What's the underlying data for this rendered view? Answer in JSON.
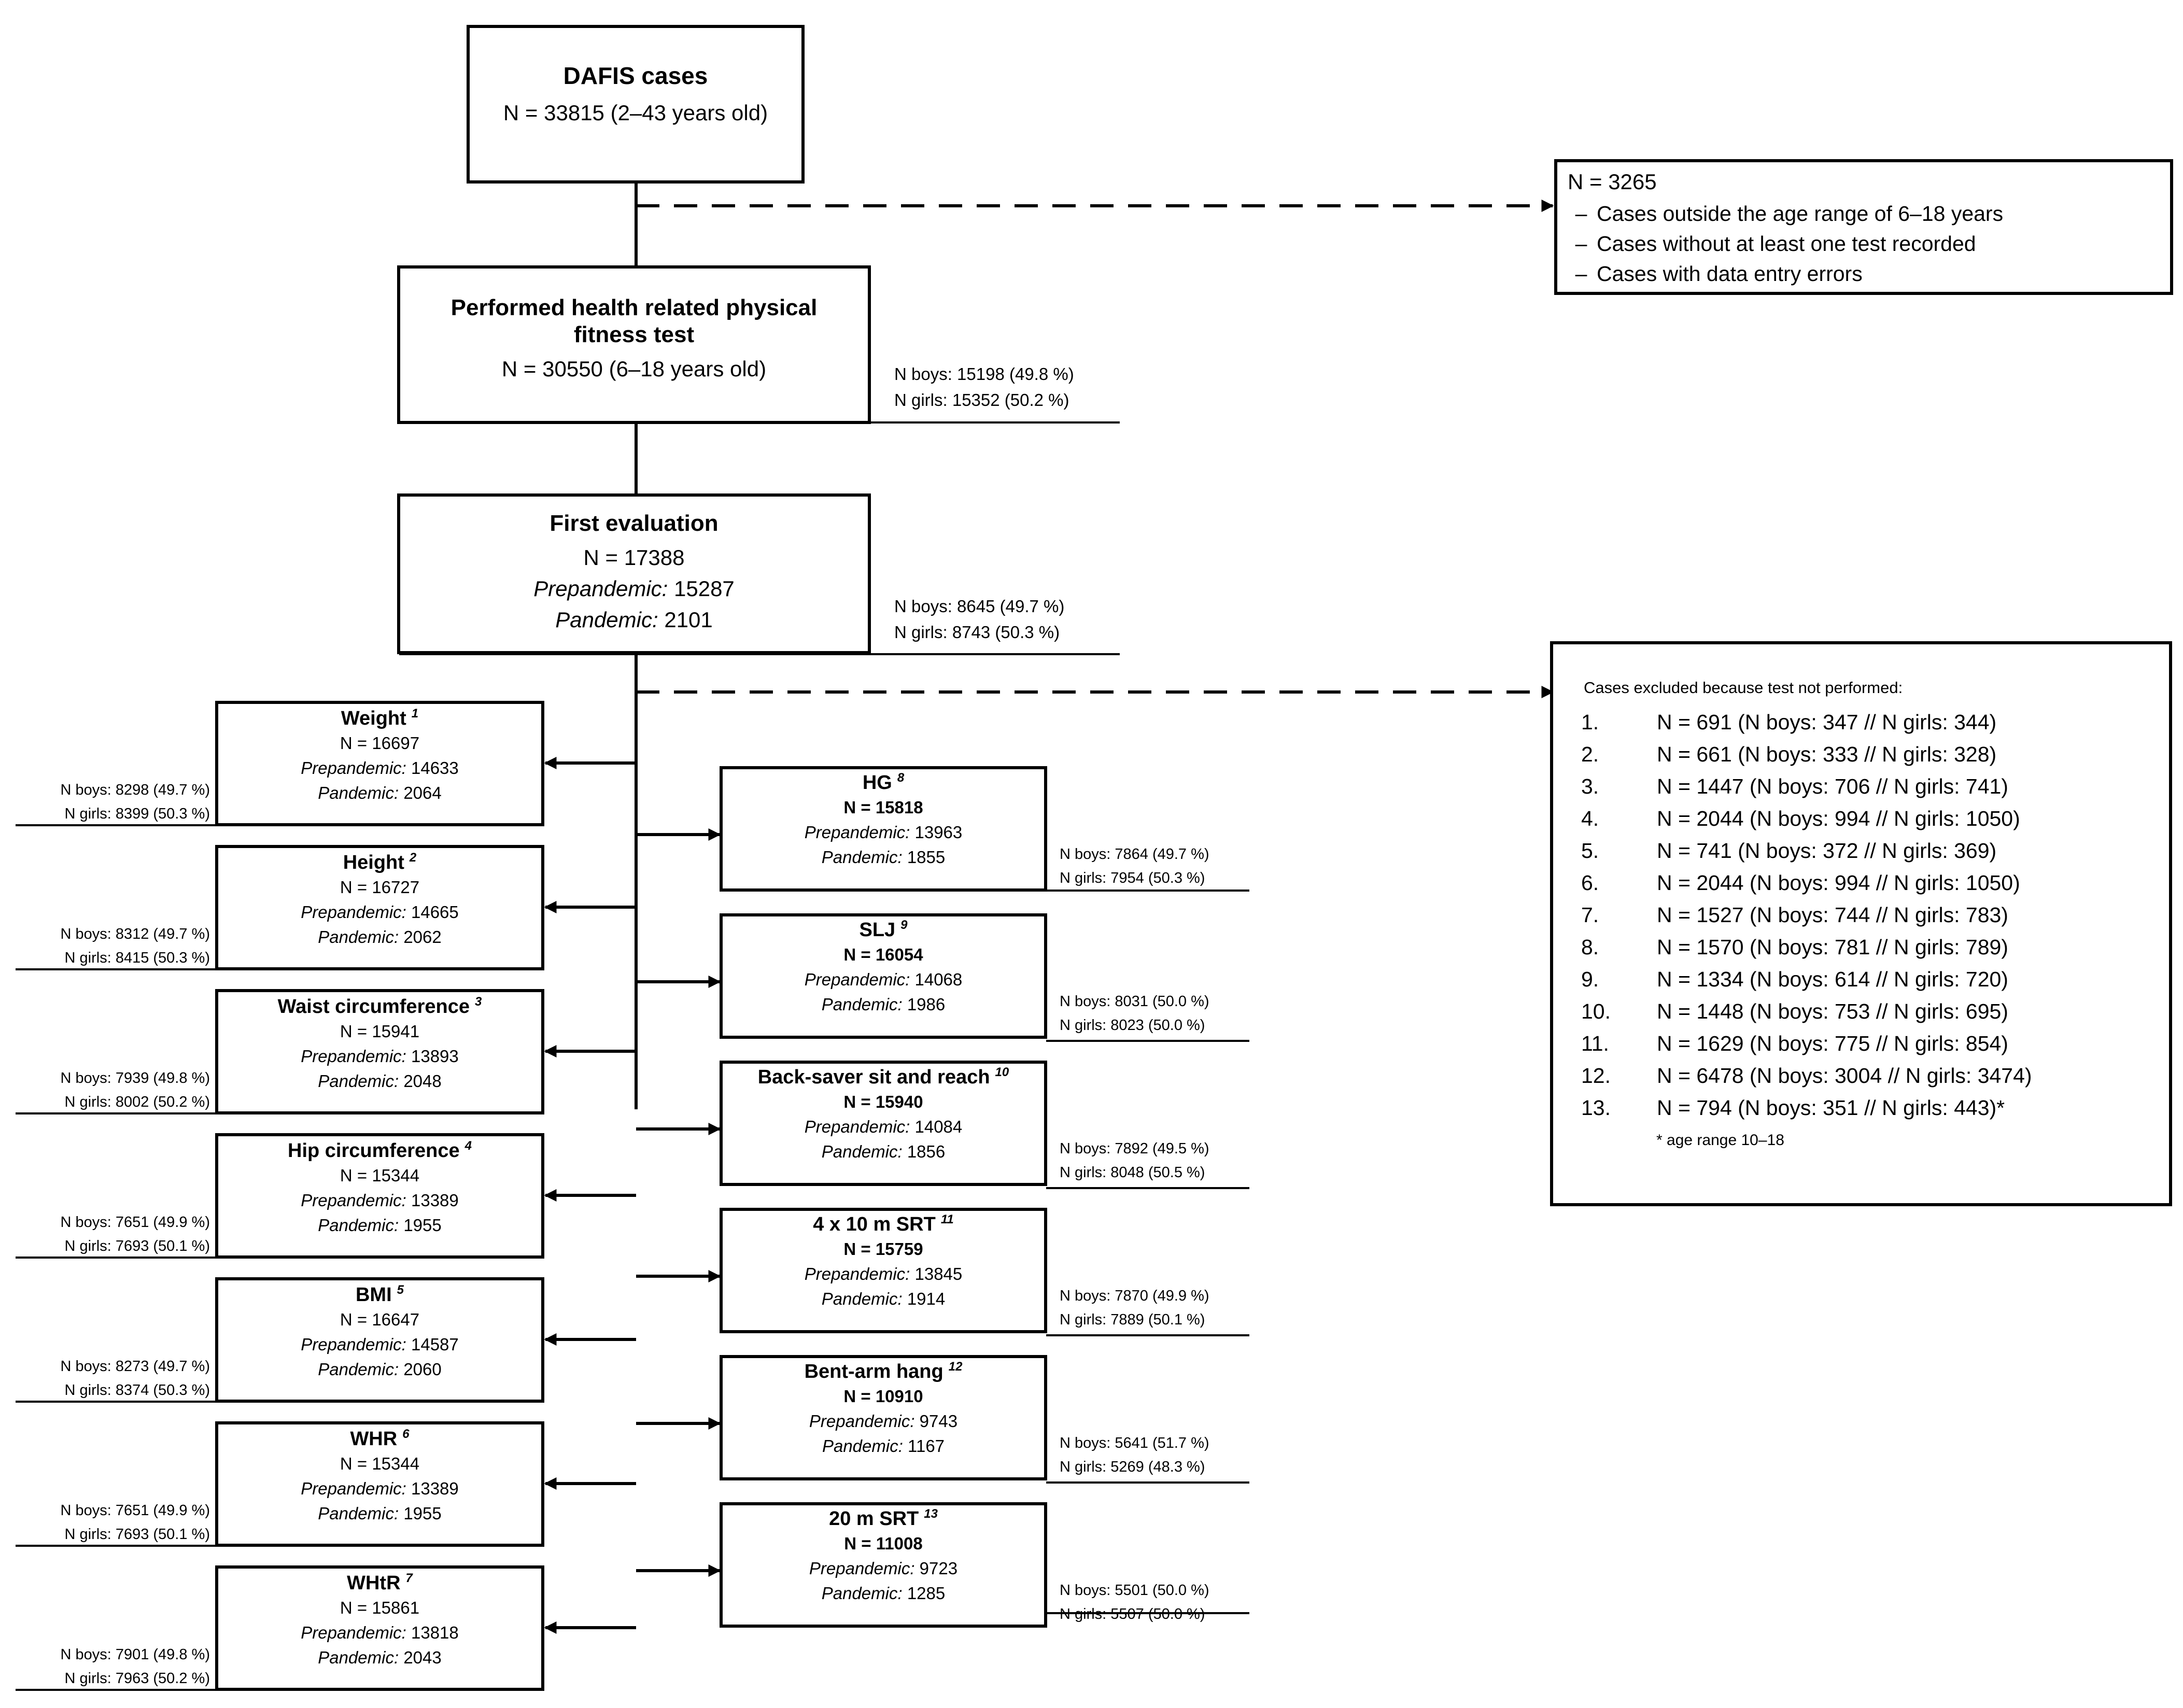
{
  "top": {
    "title": "DAFIS cases",
    "n": "N = 33815 (2–43 years old)"
  },
  "excluded_top": {
    "n": "N = 3265",
    "reasons": [
      "Cases outside the age range of 6–18 years",
      "Cases without at least one test recorded",
      "Cases with data entry errors"
    ]
  },
  "performed": {
    "title_1": "Performed health related physical",
    "title_2": "fitness test",
    "n": "N = 30550 (6–18 years old)",
    "boys": "N boys: 15198 (49.8 %)",
    "girls": "N girls: 15352 (50.2 %)"
  },
  "first_eval": {
    "title": "First evaluation",
    "n": "N = 17388",
    "pre_label": "Prepandemic:",
    "pre_value": " 15287",
    "pan_label": "Pandemic:",
    "pan_value": " 2101",
    "boys": "N boys: 8645 (49.7 %)",
    "girls": "N girls: 8743 (50.3 %)"
  },
  "left_tests": [
    {
      "title": "Weight",
      "sup": "1",
      "n": "N = 16697",
      "pre": " 14633",
      "pan": " 2064",
      "boys": "N boys: 8298 (49.7 %)",
      "girls": "N girls: 8399 (50.3 %)"
    },
    {
      "title": "Height",
      "sup": "2",
      "n": "N = 16727",
      "pre": " 14665",
      "pan": " 2062",
      "boys": "N boys: 8312 (49.7 %)",
      "girls": "N girls: 8415 (50.3 %)"
    },
    {
      "title": "Waist circumference",
      "sup": "3",
      "n": "N = 15941",
      "pre": " 13893",
      "pan": " 2048",
      "boys": "N boys: 7939 (49.8 %)",
      "girls": "N girls: 8002 (50.2 %)"
    },
    {
      "title": "Hip circumference",
      "sup": "4",
      "n": "N = 15344",
      "pre": " 13389",
      "pan": " 1955",
      "boys": "N boys: 7651 (49.9 %)",
      "girls": "N girls: 7693 (50.1 %)"
    },
    {
      "title": "BMI",
      "sup": "5",
      "n": "N = 16647",
      "pre": " 14587",
      "pan": " 2060",
      "boys": "N boys: 8273 (49.7 %)",
      "girls": "N girls: 8374 (50.3 %)"
    },
    {
      "title": "WHR",
      "sup": "6",
      "n": "N = 15344",
      "pre": " 13389",
      "pan": " 1955",
      "boys": "N boys: 7651 (49.9 %)",
      "girls": "N girls: 7693 (50.1 %)"
    },
    {
      "title": "WHtR",
      "sup": "7",
      "n": "N = 15861",
      "pre": " 13818",
      "pan": " 2043",
      "boys": "N boys: 7901 (49.8 %)",
      "girls": "N girls: 7963 (50.2 %)"
    }
  ],
  "right_tests": [
    {
      "title": "HG",
      "sup": "8",
      "n": "N = 15818",
      "pre": " 13963",
      "pan": " 1855",
      "boys": "N boys: 7864 (49.7 %)",
      "girls": "N girls: 7954 (50.3 %)"
    },
    {
      "title": "SLJ",
      "sup": "9",
      "n": "N = 16054",
      "pre": " 14068",
      "pan": " 1986",
      "boys": "N boys: 8031 (50.0 %)",
      "girls": "N girls: 8023 (50.0 %)"
    },
    {
      "title": "Back-saver sit and reach",
      "sup": "10",
      "n": "N = 15940",
      "pre": " 14084",
      "pan": " 1856",
      "boys": "N boys: 7892 (49.5 %)",
      "girls": "N girls: 8048 (50.5 %)"
    },
    {
      "title": "4 x 10 m SRT",
      "sup": "11",
      "n": "N = 15759",
      "pre": " 13845",
      "pan": " 1914",
      "boys": "N boys: 7870 (49.9 %)",
      "girls": "N girls: 7889 (50.1 %)"
    },
    {
      "title": "Bent-arm hang",
      "sup": "12",
      "n": "N = 10910",
      "pre": " 9743",
      "pan": " 1167",
      "boys": "N boys: 5641 (51.7 %)",
      "girls": "N girls: 5269 (48.3 %)"
    },
    {
      "title": "20 m SRT",
      "sup": "13",
      "n": "N = 11008",
      "pre": " 9723",
      "pan": " 1285",
      "boys": "N boys: 5501 (50.0 %)",
      "girls": "N girls: 5507 (50.0 %)"
    }
  ],
  "labels": {
    "prepandemic": "Prepandemic:",
    "pandemic": "Pandemic:"
  },
  "excluded_tests": {
    "title": "Cases excluded because test not performed:",
    "items": [
      {
        "num": "1.",
        "text": "N = 691 (N boys: 347 // N girls: 344)"
      },
      {
        "num": "2.",
        "text": "N = 661 (N boys: 333 // N girls: 328)"
      },
      {
        "num": "3.",
        "text": "N = 1447 (N boys: 706 // N girls: 741)"
      },
      {
        "num": "4.",
        "text": "N = 2044 (N boys: 994 // N girls: 1050)"
      },
      {
        "num": "5.",
        "text": "N = 741 (N boys: 372 // N girls: 369)"
      },
      {
        "num": "6.",
        "text": "N = 2044 (N boys: 994 // N girls: 1050)"
      },
      {
        "num": "7.",
        "text": "N = 1527 (N boys: 744 // N girls: 783)"
      },
      {
        "num": "8.",
        "text": "N = 1570 (N boys: 781 // N girls: 789)"
      },
      {
        "num": "9.",
        "text": "N = 1334 (N boys: 614 // N girls: 720)"
      },
      {
        "num": "10.",
        "text": "N = 1448 (N boys: 753 // N girls: 695)"
      },
      {
        "num": "11.",
        "text": "N = 1629 (N boys: 775 // N girls: 854)"
      },
      {
        "num": "12.",
        "text": "N = 6478 (N boys: 3004 // N girls: 3474)"
      },
      {
        "num": "13.",
        "text": "N = 794 (N boys: 351 // N girls: 443)*"
      }
    ],
    "footnote": "* age range 10–18"
  }
}
